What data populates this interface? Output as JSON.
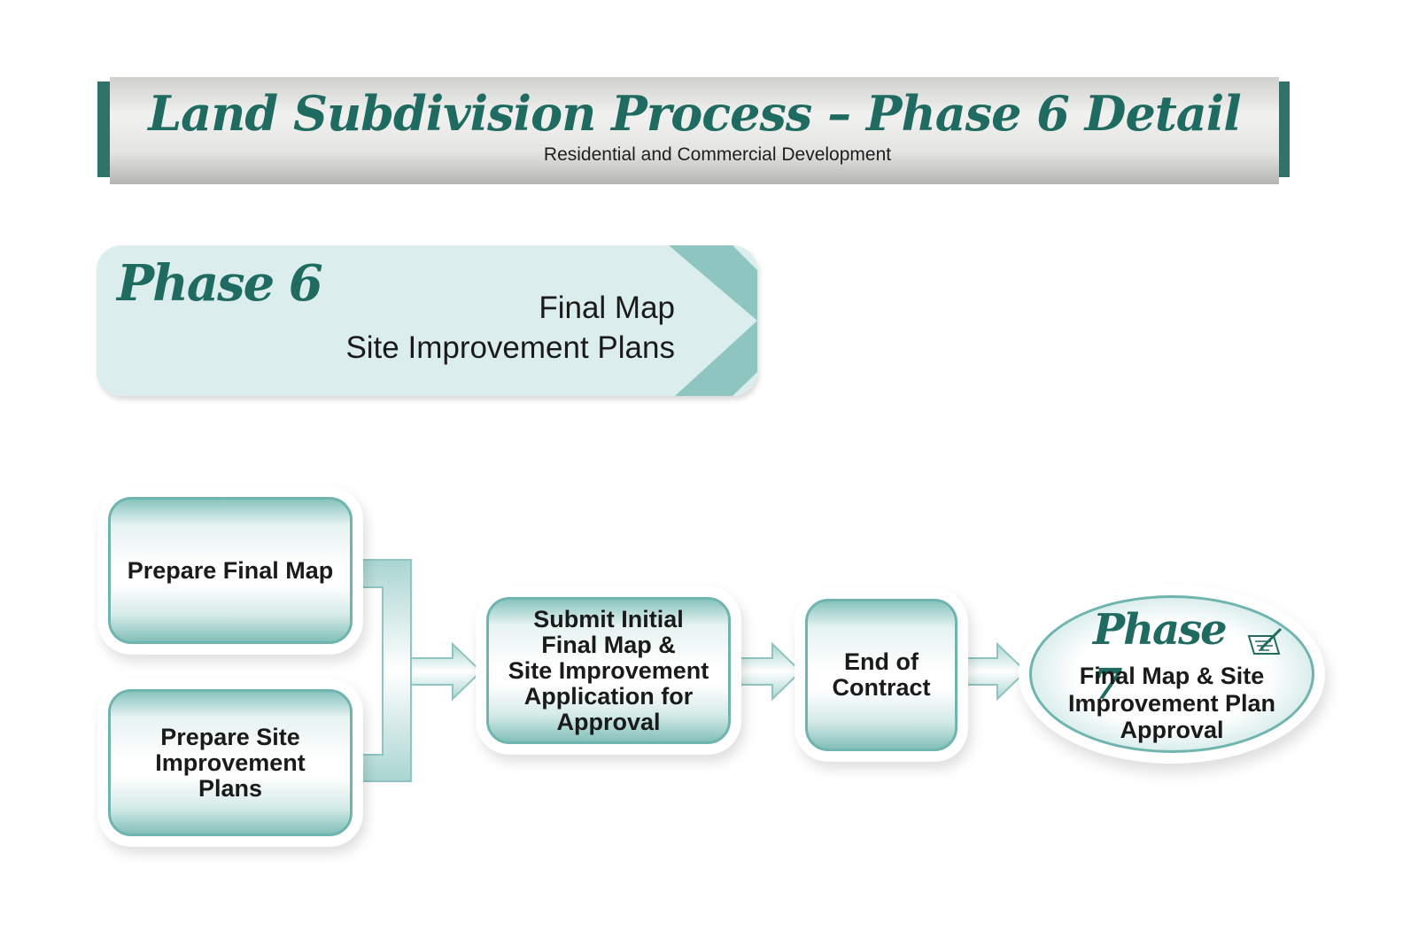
{
  "colors": {
    "accent_dark": "#1f6b61",
    "accent_mid": "#4f9a94",
    "accent_light": "#dbeeed",
    "connector_teal": "#8ec5c0"
  },
  "banner": {
    "title": "Land Subdivision Process – Phase 6 Detail",
    "subtitle": "Residential and Commercial Development"
  },
  "phase_header": {
    "label": "Phase 6",
    "lines": [
      "Final Map",
      "Site Improvement Plans"
    ]
  },
  "flow": {
    "prepare_final_map": "Prepare Final Map",
    "prepare_site_plans": [
      "Prepare Site",
      "Improvement",
      "Plans"
    ],
    "submit_application": [
      "Submit Initial",
      "Final Map &",
      "Site Improvement",
      "Application for",
      "Approval"
    ],
    "end_of_contract": [
      "End of",
      "Contract"
    ],
    "next_phase": {
      "label": "Phase 7",
      "icon": "signing-document-icon",
      "lines": [
        "Final Map & Site",
        "Improvement Plan",
        "Approval"
      ]
    }
  }
}
